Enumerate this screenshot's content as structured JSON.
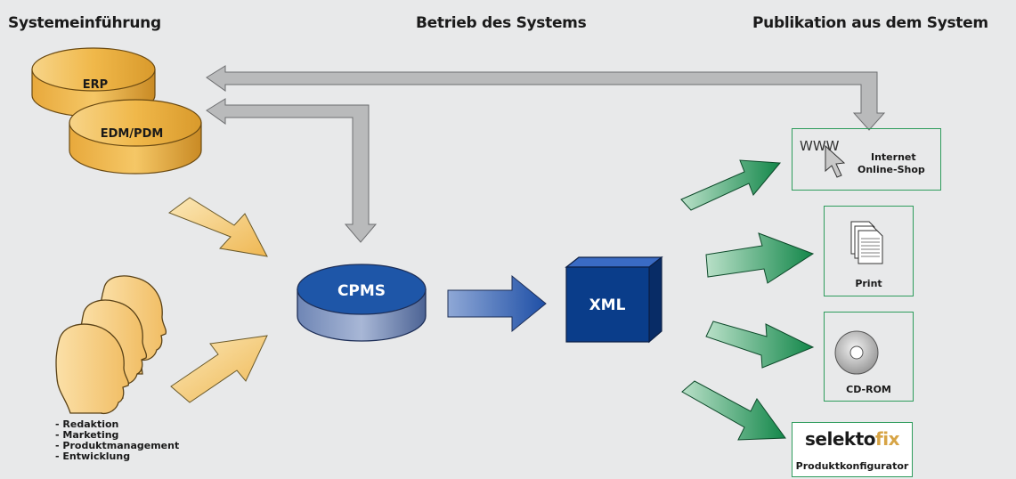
{
  "headers": {
    "left": "Systemeinführung",
    "center": "Betrieb des Systems",
    "right": "Publikation aus dem System"
  },
  "sources": {
    "erp": "ERP",
    "edm": "EDM/PDM"
  },
  "core": {
    "cpms": "CPMS",
    "xml": "XML"
  },
  "roles": [
    "Redaktion",
    "Marketing",
    "Produktmanagement",
    "Entwicklung"
  ],
  "outputs": {
    "internet": {
      "icon_text": "WWW",
      "line1": "Internet",
      "line2": "Online-Shop"
    },
    "print": {
      "label": "Print"
    },
    "cdrom": {
      "label": "CD-ROM"
    },
    "configurator": {
      "logo_part1": "selekto",
      "logo_part2": "fix",
      "label": "Produktkonfigurator"
    }
  },
  "colors": {
    "background": "#e8e9ea",
    "database": "#f0b84a",
    "cpms": "#1e56a8",
    "xml_cube": "#0a3d8a",
    "publish_arrow": "#1e9a5a",
    "input_arrow": "#f2c16a",
    "gray_arrow": "#b9babb",
    "box_border": "#2e9c5c",
    "logo_accent": "#d7a445"
  }
}
